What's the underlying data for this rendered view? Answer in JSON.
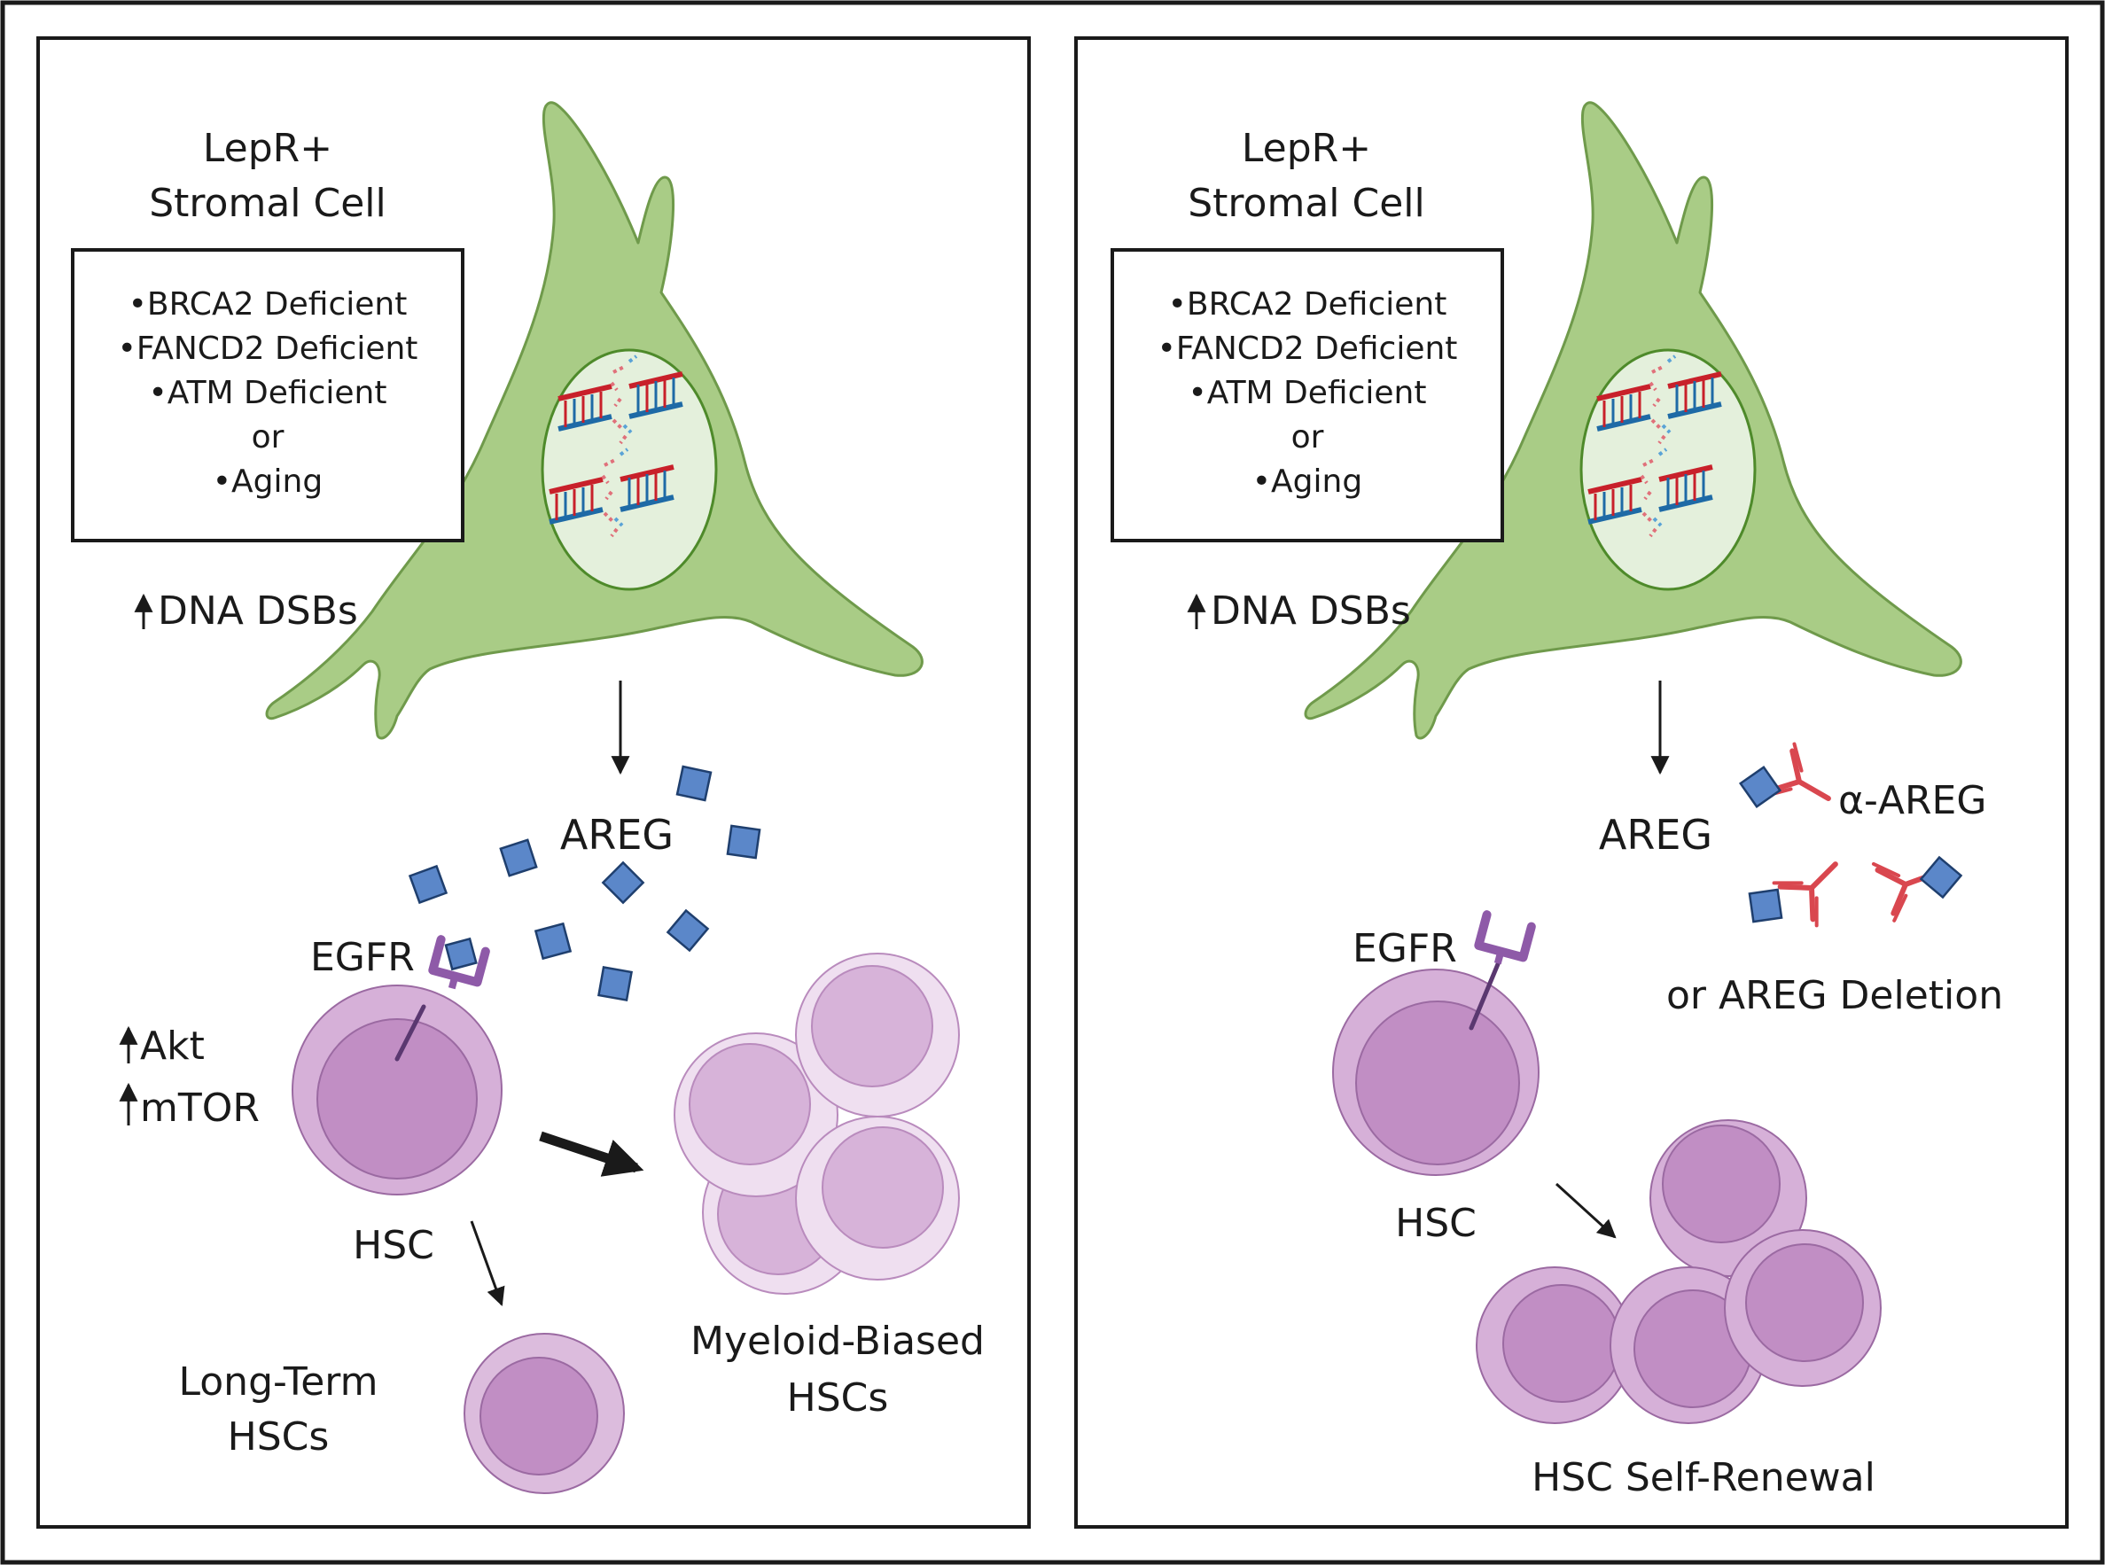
{
  "left_panel": {
    "cell_title_line1": "LepR+",
    "cell_title_line2": "Stromal Cell",
    "conditions": [
      "•BRCA2 Deficient",
      "•FANCD2 Deficient",
      "•ATM Deficient",
      "or",
      "•Aging"
    ],
    "dna_dsbs": "DNA DSBs",
    "areg": "AREG",
    "egfr": "EGFR",
    "akt": "Akt",
    "mtor": "mTOR",
    "hsc": "HSC",
    "long_term_line1": "Long-Term",
    "long_term_line2": "HSCs",
    "myeloid_line1": "Myeloid-Biased",
    "myeloid_line2": "HSCs"
  },
  "right_panel": {
    "cell_title_line1": "LepR+",
    "cell_title_line2": "Stromal Cell",
    "conditions": [
      "•BRCA2 Deficient",
      "•FANCD2 Deficient",
      "•ATM Deficient",
      "or",
      "•Aging"
    ],
    "dna_dsbs": "DNA DSBs",
    "areg": "AREG",
    "anti_areg": "α-AREG",
    "deletion": "or AREG Deletion",
    "egfr": "EGFR",
    "hsc": "HSC",
    "self_renewal": "HSC Self-Renewal"
  },
  "colors": {
    "stromal_cell": "#a9cc86",
    "nucleus": "#e4f0dc",
    "areg_square": "#5b87c9",
    "egfr": "#8e5aa8",
    "hsc_outer": "#d6b0d8",
    "hsc_inner": "#c18ec4",
    "antibody": "#d9474f",
    "dna_red": "#c8202a",
    "dna_blue": "#1e6aa6"
  }
}
